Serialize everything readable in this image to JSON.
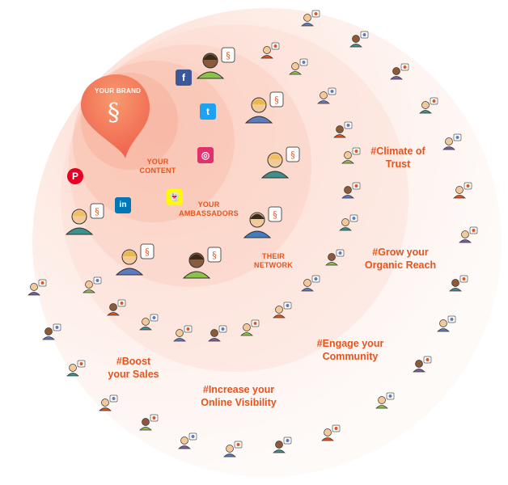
{
  "colors": {
    "accent": "#e8531c",
    "brand_drop": "#f2704a",
    "ring_fill": "#fde8e2",
    "facebook": "#3b5998",
    "twitter": "#1da1f2",
    "instagram": "#e1306c",
    "pinterest": "#e60023",
    "linkedin": "#0077b5",
    "snapchat": "#fffc00"
  },
  "brand": {
    "label": "YOUR BRAND",
    "logo_glyph": "§"
  },
  "labels": {
    "your_content": [
      "YOUR",
      "CONTENT"
    ],
    "your_ambassadors": [
      "YOUR",
      "AMBASSADORS"
    ],
    "their_network": [
      "THEIR",
      "NETWORK"
    ],
    "climate_of_trust": [
      "#Climate of",
      "Trust"
    ],
    "grow_organic_reach": [
      "#Grow your",
      "Organic Reach"
    ],
    "engage_community": [
      "#Engage your",
      "Community"
    ],
    "boost_sales": [
      "#Boost",
      "your Sales"
    ],
    "increase_visibility": [
      "#Increase your",
      "Online Visibility"
    ]
  },
  "social_icons": {
    "facebook": "f",
    "twitter": "t",
    "instagram": "◎",
    "pinterest": "P",
    "linkedin": "in",
    "snapchat": "👻"
  },
  "ambassador_badge": "§"
}
